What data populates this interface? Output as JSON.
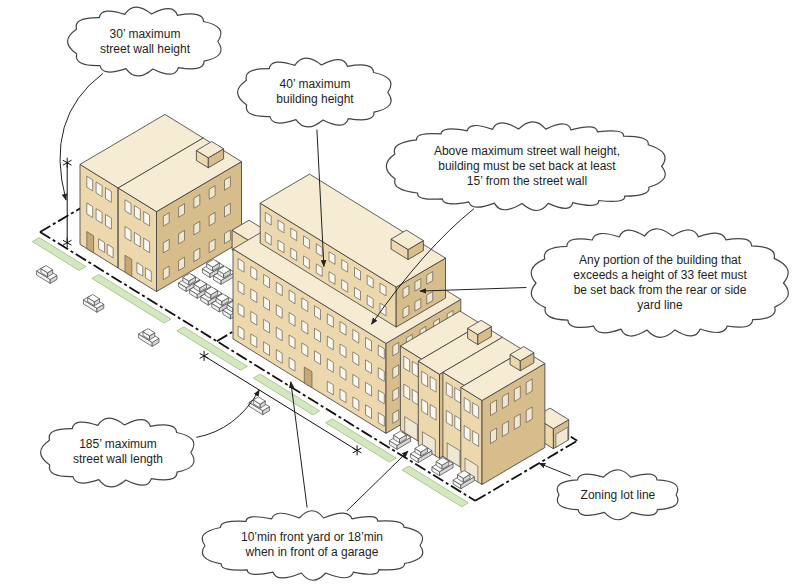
{
  "diagram": {
    "nodes": [
      {
        "text": [
          "30’ maximum street wall height"
        ]
      },
      {
        "text": [
          "40’ maximum building height"
        ]
      },
      {
        "text": [
          "Above maximum street wall height, building must be set back at least 15’ from the street wall"
        ]
      },
      {
        "text": [
          "Any portion of the building that exceeds a height of 33 feet must be set back from the rear or side yard line"
        ]
      },
      {
        "text": [
          "185’ maximum street wall length"
        ]
      },
      {
        "text": [
          "10’min front yard or 18’min when in front of a garage"
        ]
      },
      {
        "text": [
          "Zoning lot line"
        ]
      }
    ]
  }
}
